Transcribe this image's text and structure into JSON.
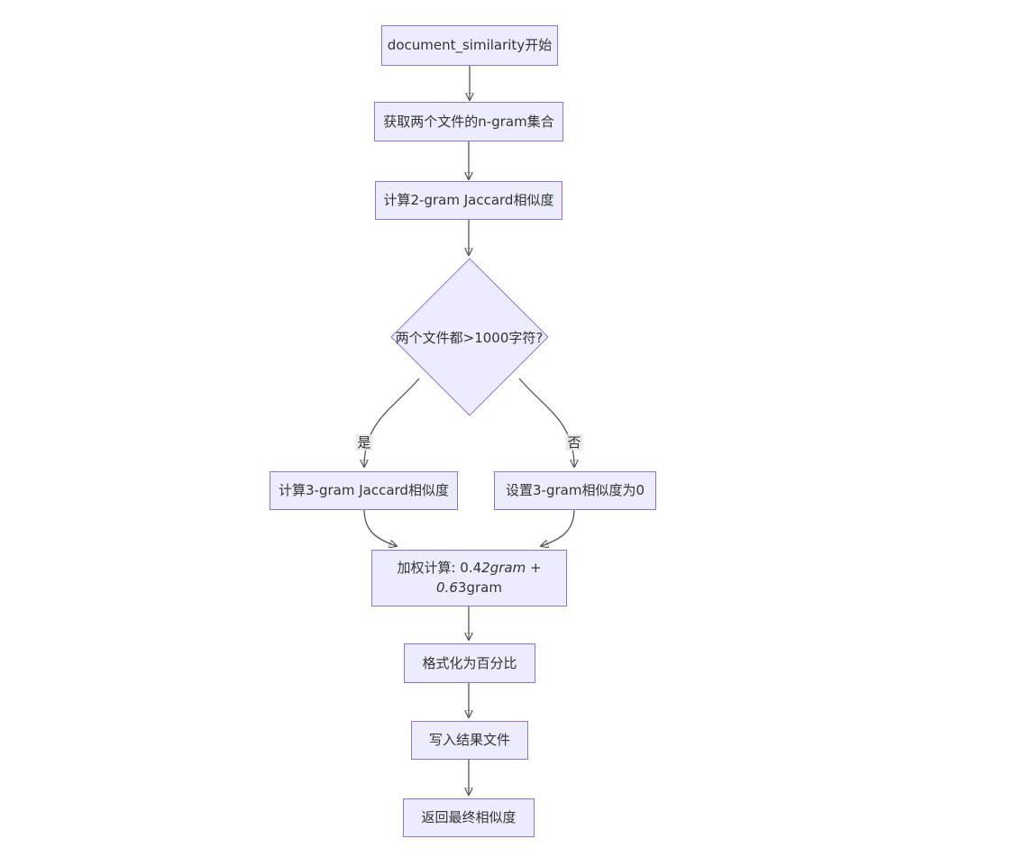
{
  "diagram": {
    "type": "flowchart",
    "direction": "top-down",
    "colors": {
      "node_fill": "#ECECFF",
      "node_border": "#9370DB",
      "edge": "#555555",
      "arrowhead": "#333333",
      "text": "#333333",
      "edge_label_bg": "#e8e8e8",
      "background": "#ffffff"
    },
    "nodes": [
      {
        "id": "start",
        "shape": "rect",
        "label": "document_similarity开始"
      },
      {
        "id": "get-ngrams",
        "shape": "rect",
        "label": "获取两个文件的n-gram集合"
      },
      {
        "id": "jaccard-2gram",
        "shape": "rect",
        "label": "计算2-gram Jaccard相似度"
      },
      {
        "id": "decision-length",
        "shape": "diamond",
        "label": "两个文件都>1000字符?"
      },
      {
        "id": "jaccard-3gram",
        "shape": "rect",
        "label": "计算3-gram Jaccard相似度"
      },
      {
        "id": "set-3gram-zero",
        "shape": "rect",
        "label": "设置3-gram相似度为0"
      },
      {
        "id": "weighted-calc",
        "shape": "rect",
        "line1_normal": "加权计算: 0.4",
        "line1_italic": "2gram +",
        "line2_italic": "0.6",
        "line2_normal": "3gram"
      },
      {
        "id": "format-percent",
        "shape": "rect",
        "label": "格式化为百分比"
      },
      {
        "id": "write-result",
        "shape": "rect",
        "label": "写入结果文件"
      },
      {
        "id": "return-final",
        "shape": "rect",
        "label": "返回最终相似度"
      }
    ],
    "edges": [
      {
        "from": "start",
        "to": "get-ngrams",
        "label": ""
      },
      {
        "from": "get-ngrams",
        "to": "jaccard-2gram",
        "label": ""
      },
      {
        "from": "jaccard-2gram",
        "to": "decision-length",
        "label": ""
      },
      {
        "from": "decision-length",
        "to": "jaccard-3gram",
        "label": "是"
      },
      {
        "from": "decision-length",
        "to": "set-3gram-zero",
        "label": "否"
      },
      {
        "from": "jaccard-3gram",
        "to": "weighted-calc",
        "label": ""
      },
      {
        "from": "set-3gram-zero",
        "to": "weighted-calc",
        "label": ""
      },
      {
        "from": "weighted-calc",
        "to": "format-percent",
        "label": ""
      },
      {
        "from": "format-percent",
        "to": "write-result",
        "label": ""
      },
      {
        "from": "write-result",
        "to": "return-final",
        "label": ""
      }
    ]
  }
}
